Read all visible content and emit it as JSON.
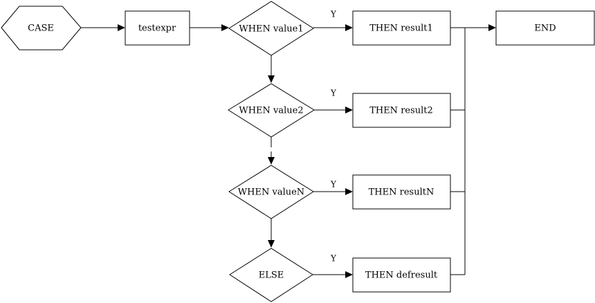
{
  "diagram": {
    "start": "CASE",
    "test": "testexpr",
    "conditions": [
      {
        "label": "WHEN value1",
        "branch": "Y",
        "result": "THEN result1"
      },
      {
        "label": "WHEN value2",
        "branch": "Y",
        "result": "THEN result2"
      },
      {
        "label": "WHEN valueN",
        "branch": "Y",
        "result": "THEN resultN"
      },
      {
        "label": "ELSE",
        "branch": "Y",
        "result": "THEN defresult"
      }
    ],
    "end": "END",
    "colors": {
      "stroke": "#000000",
      "fill": "#ffffff"
    }
  }
}
